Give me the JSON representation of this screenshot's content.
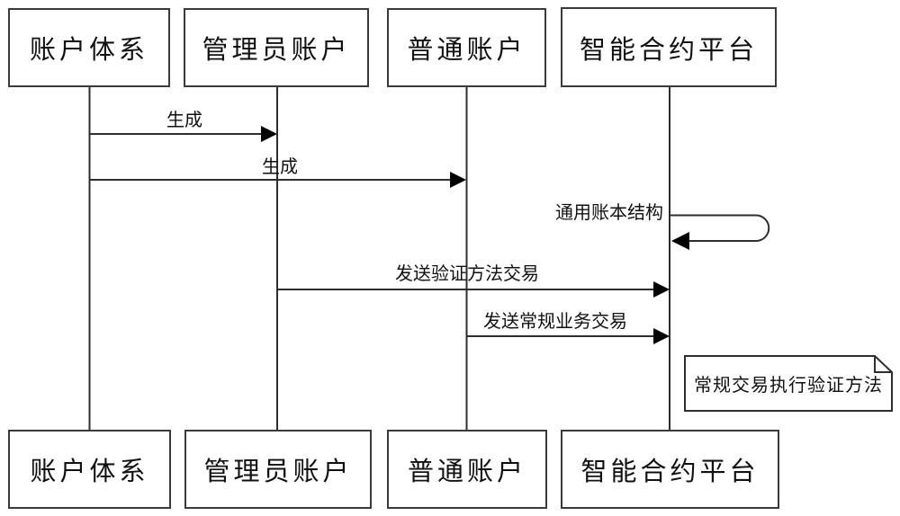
{
  "diagram": {
    "type": "sequence-diagram",
    "colors": {
      "background": "#ffffff",
      "line": "#2e2e2e",
      "arrowhead": "#000000",
      "text": "#111111",
      "box_border": "#3a3a3a"
    },
    "actors": [
      {
        "id": "account-system",
        "label": "账户体系"
      },
      {
        "id": "admin-account",
        "label": "管理员账户"
      },
      {
        "id": "normal-account",
        "label": "普通账户"
      },
      {
        "id": "smart-contract-platform",
        "label": "智能合约平台"
      }
    ],
    "messages": [
      {
        "from": "账户体系",
        "to": "管理员账户",
        "label": "生成",
        "type": "solid-arrow"
      },
      {
        "from": "账户体系",
        "to": "普通账户",
        "label": "生成",
        "type": "solid-arrow"
      },
      {
        "from": "智能合约平台",
        "to": "智能合约平台",
        "label": "通用账本结构",
        "type": "self-loop"
      },
      {
        "from": "管理员账户",
        "to": "智能合约平台",
        "label": "发送验证方法交易",
        "type": "solid-arrow"
      },
      {
        "from": "普通账户",
        "to": "智能合约平台",
        "label": "发送常规业务交易",
        "type": "solid-arrow"
      }
    ],
    "note": {
      "label": "常规交易执行验证方法",
      "attached_to": "智能合约平台"
    }
  }
}
